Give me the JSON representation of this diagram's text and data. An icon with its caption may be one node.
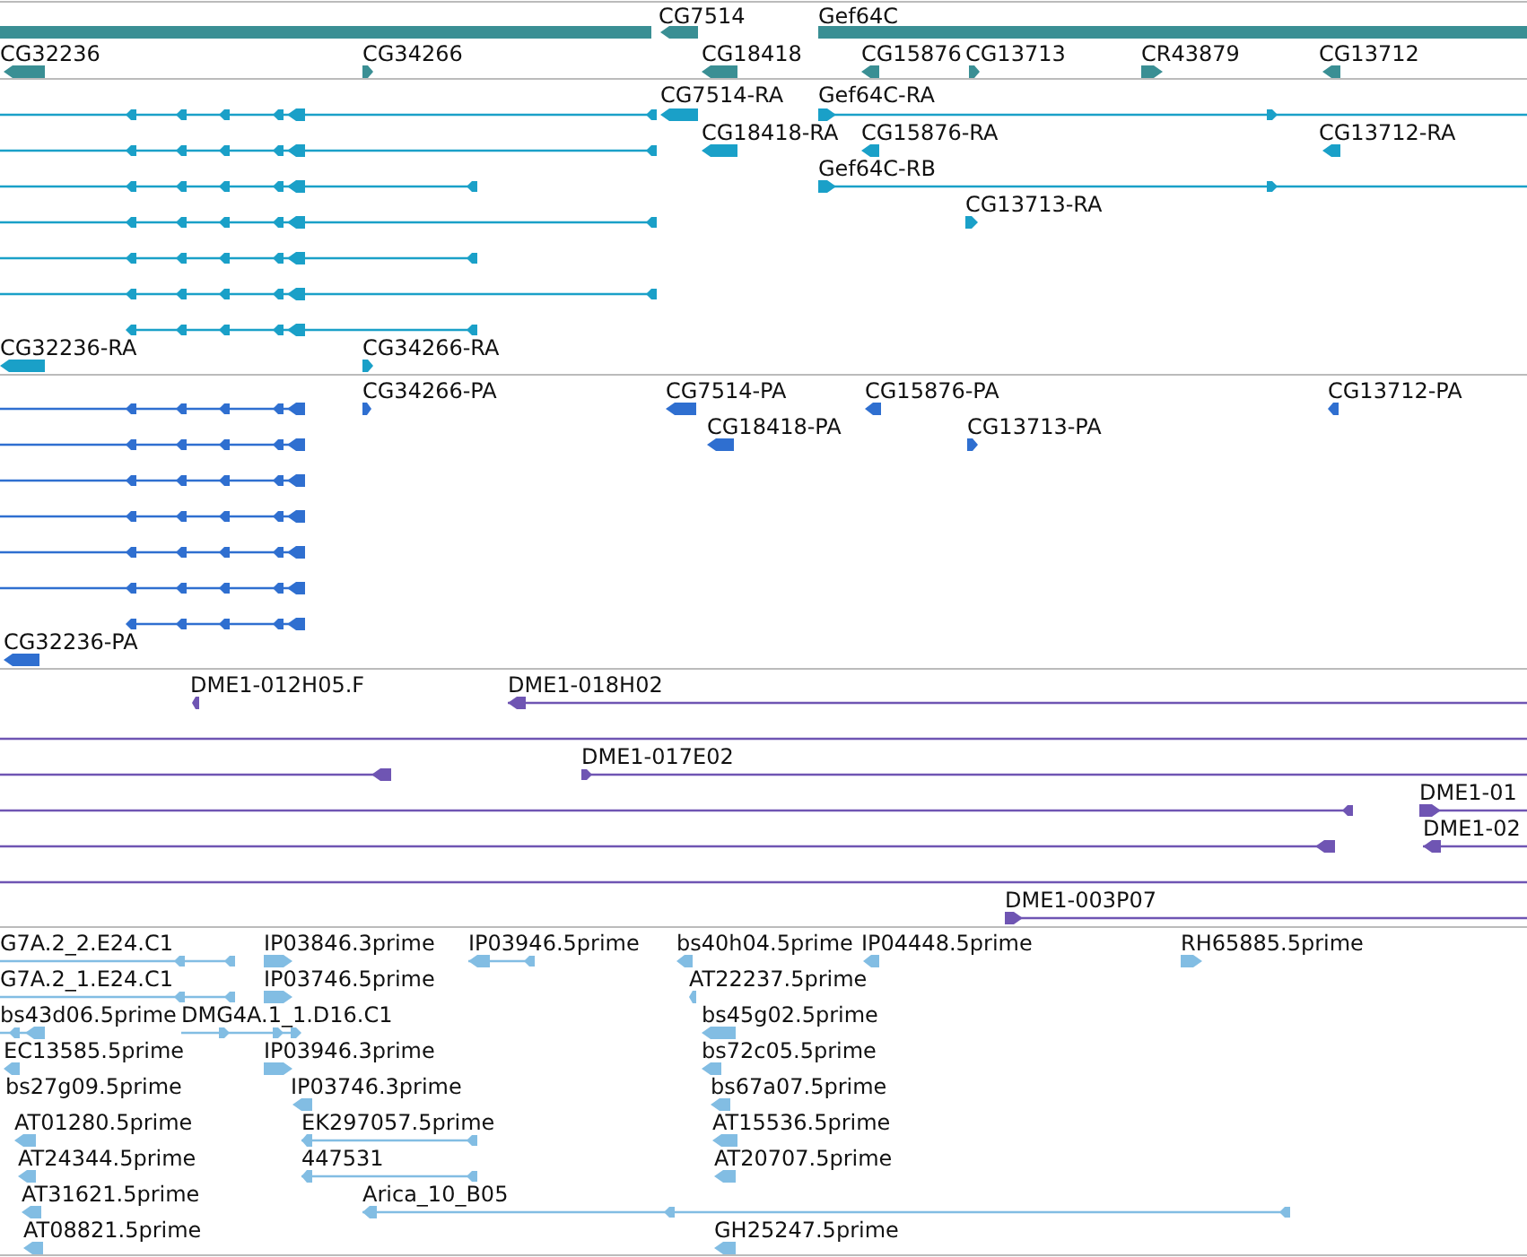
{
  "diagram": {
    "labels": [
      "CG7514",
      "Gef64C",
      "CG32236",
      "CG34266",
      "CG18418",
      "CG15876",
      "CG13713",
      "CR43879",
      "CG13712",
      "CG7514-RA",
      "Gef64C-RA",
      "CG18418-RA",
      "CG15876-RA",
      "CG13712-RA",
      "Gef64C-RB",
      "CG13713-RA",
      "CG32236-RA",
      "CG34266-RA",
      "CG34266-PA",
      "CG7514-PA",
      "CG15876-PA",
      "CG13712-PA",
      "CG18418-PA",
      "CG13713-PA",
      "CG32236-PA",
      "DME1-012H05.F",
      "DME1-018H02",
      "DME1-017E02",
      "DME1-01",
      "DME1-02",
      "DME1-003P07",
      "G7A.2_2.E24.C1",
      "IP03846.3prime",
      "IP03946.5prime",
      "bs40h04.5prime",
      "IP04448.5prime",
      "RH65885.5prime",
      "G7A.2_1.E24.C1",
      "IP03746.5prime",
      "AT22237.5prime",
      "bs43d06.5prime",
      "DMG4A.1_1.D16.C1",
      "bs45g02.5prime",
      "EC13585.5prime",
      "IP03946.3prime",
      "bs72c05.5prime",
      "bs27g09.5prime",
      "IP03746.3prime",
      "bs67a07.5prime",
      "AT01280.5prime",
      "EK297057.5prime",
      "AT15536.5prime",
      "AT24344.5prime",
      "447531",
      "AT20707.5prime",
      "AT31621.5prime",
      "Arica_10_B05",
      "AT08821.5prime",
      "GH25247.5prime"
    ]
  }
}
